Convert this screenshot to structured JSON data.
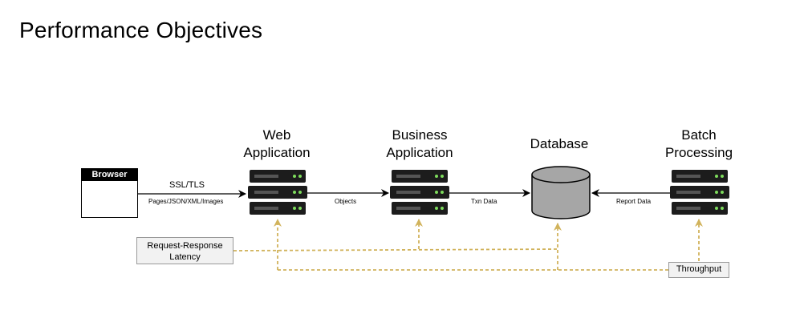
{
  "title": "Performance Objectives",
  "nodes": {
    "browser": "Browser",
    "web_app": [
      "Web",
      "Application"
    ],
    "business_app": [
      "Business",
      "Application"
    ],
    "database": "Database",
    "batch": [
      "Batch",
      "Processing"
    ]
  },
  "edges": {
    "ssl": "SSL/TLS",
    "pages": "Pages/JSON/XML/Images",
    "objects": "Objects",
    "txn": "Txn Data",
    "report": "Report Data"
  },
  "metrics": {
    "latency": [
      "Request-Response",
      "Latency"
    ],
    "throughput": "Throughput"
  },
  "colors": {
    "server": "#1c1c1c",
    "server_stripe": "#555555",
    "led": "#7ddc5c",
    "database": "#a6a6a6",
    "dashed": "#d1b35c"
  }
}
